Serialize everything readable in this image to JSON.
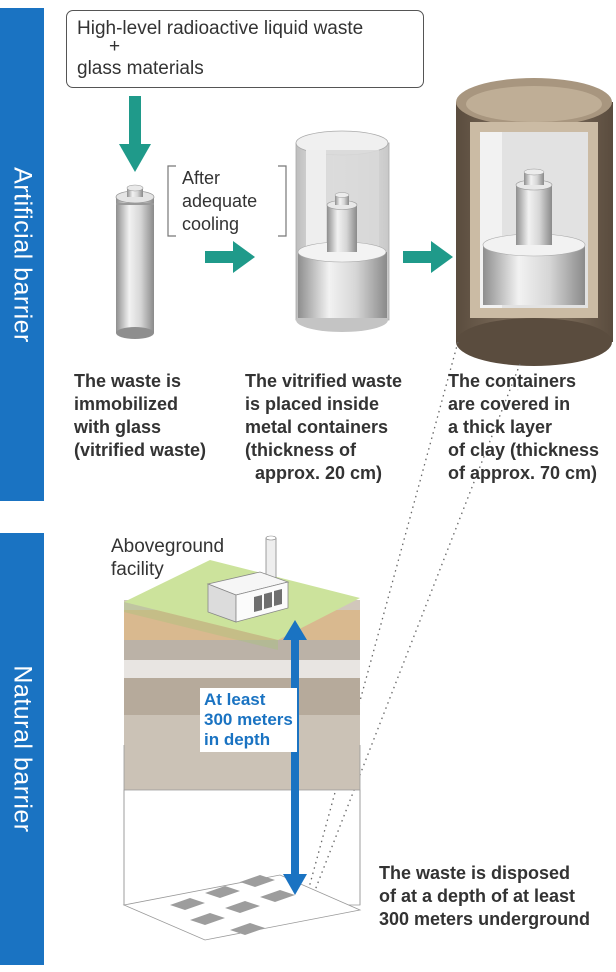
{
  "sidebar": {
    "artificial_label": "Artificial barrier",
    "natural_label": "Natural barrier"
  },
  "input_box": {
    "line1": "High-level radioactive liquid waste",
    "plus": "+",
    "line2": "glass materials"
  },
  "cooling_note": "After\nadequate\ncooling",
  "steps": [
    {
      "text": "The waste is\nimmobilized\nwith glass\n(vitrified waste)"
    },
    {
      "text": "The vitrified waste\nis placed inside\nmetal containers\n(thickness of\n  approx. 20 cm)"
    },
    {
      "text": "The containers\nare covered in\na thick layer\nof clay (thickness\nof approx. 70 cm)"
    }
  ],
  "facility_label": "Aboveground\nfacility",
  "depth_label": "At least\n300 meters\nin depth",
  "disposal_text": "The waste is disposed\nof at a depth of at least\n300 meters underground",
  "colors": {
    "sidebar": "#1a73c2",
    "arrow": "#1f9a8a",
    "clay": "#7a6a57",
    "ground_top": "#cfe3a0",
    "depth_arrow": "#1a73c2"
  }
}
